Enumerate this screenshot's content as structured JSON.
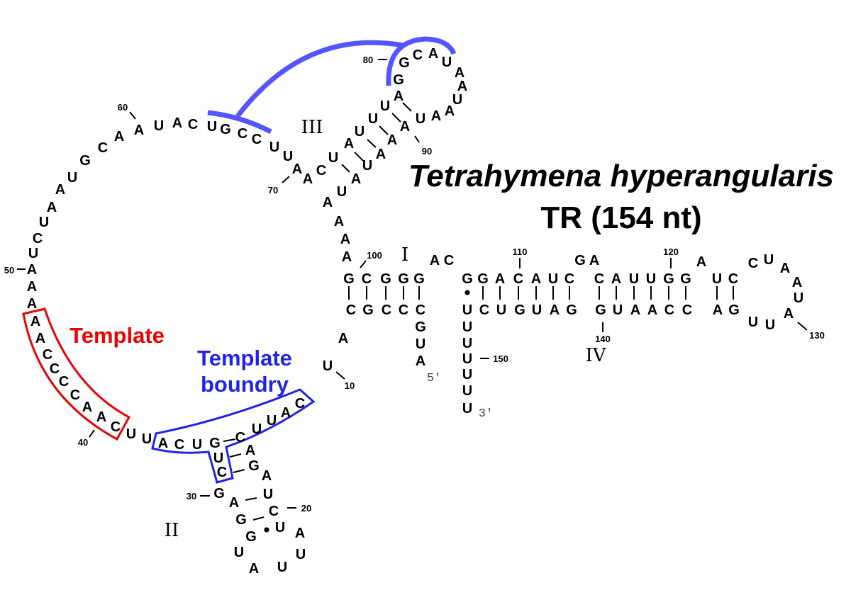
{
  "title": {
    "line1": "Tetrahymena hyperangularis",
    "line2": "TR (154 nt)"
  },
  "annotations": {
    "template": "Template",
    "boundary_line1": "Template",
    "boundary_line2": "boundry"
  },
  "colors": {
    "template": "#ee0000",
    "boundary": "#2222ee",
    "pseudoknot": "#5555ff"
  },
  "helix_labels": {
    "I": "I",
    "II": "II",
    "III": "III",
    "IV": "IV"
  },
  "ends": {
    "five_prime": "5'",
    "three_prime": "3'"
  },
  "position_numbers": [
    "10",
    "20",
    "30",
    "40",
    "50",
    "60",
    "70",
    "80",
    "90",
    "100",
    "110",
    "120",
    "130",
    "140",
    "150"
  ],
  "segments": {
    "loop_arc": "AAAUCUAAUGCAAUACUGCCUUAACUAUUUAGGCAUAAUAAUAAAUAUAAAA",
    "stem1_top": "GCGGG",
    "bulge_ac": "AC",
    "stem4_top_a": "GGACAUC",
    "bulge_ga": "GA",
    "stem4_top_b": "CAUUGG",
    "bulge_a": "A",
    "stem4_top_c": "UC",
    "hairpin_loop4": "CUAAUAUU",
    "stem4_bottom": "GACCAAUGGAUGUCU",
    "tail_3p": "UUUUUU",
    "stem1_bottom": "CGCCCGUA",
    "linker_au": "AU",
    "template_stem2": "CAUUCAGAUCUAUUAUGGAGCUGUCAUUCAACCCCAA"
  }
}
